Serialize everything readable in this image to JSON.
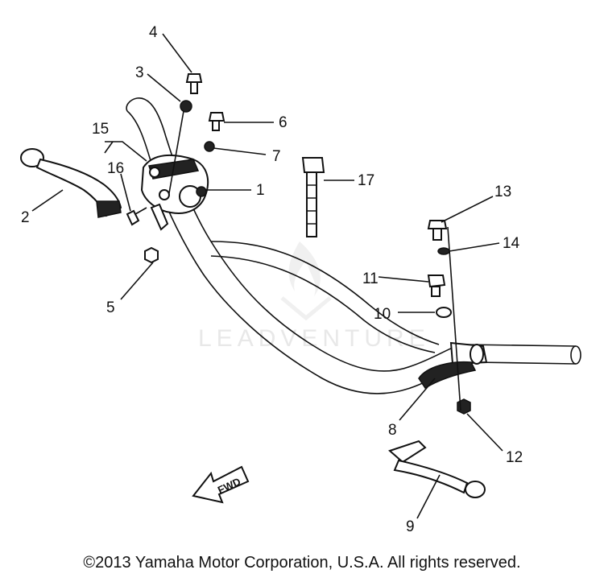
{
  "watermark": "LEADVENTURE",
  "fwd_label": "FWD",
  "copyright": "©2013 Yamaha Motor Corporation, U.S.A. All rights reserved.",
  "callouts": [
    {
      "id": "c1",
      "label": "1"
    },
    {
      "id": "c2",
      "label": "2"
    },
    {
      "id": "c3",
      "label": "3"
    },
    {
      "id": "c4",
      "label": "4"
    },
    {
      "id": "c5",
      "label": "5"
    },
    {
      "id": "c6",
      "label": "6"
    },
    {
      "id": "c7",
      "label": "7"
    },
    {
      "id": "c8",
      "label": "8"
    },
    {
      "id": "c9",
      "label": "9"
    },
    {
      "id": "c10",
      "label": "10"
    },
    {
      "id": "c11",
      "label": "11"
    },
    {
      "id": "c12",
      "label": "12"
    },
    {
      "id": "c13",
      "label": "13"
    },
    {
      "id": "c14",
      "label": "14"
    },
    {
      "id": "c15",
      "label": "15"
    },
    {
      "id": "c16",
      "label": "16"
    },
    {
      "id": "c17",
      "label": "17"
    }
  ]
}
